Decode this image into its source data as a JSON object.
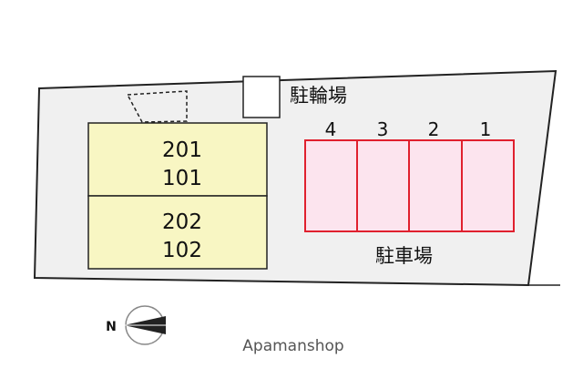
{
  "site": {
    "lot_color": "#f0f0f0",
    "outline_color": "#222222"
  },
  "building": {
    "fill_color": "#f8f6c3",
    "units": [
      {
        "upper": "201",
        "lower": "101"
      },
      {
        "upper": "202",
        "lower": "102"
      }
    ]
  },
  "bicycle_parking": {
    "label": "駐輪場"
  },
  "car_parking": {
    "label": "駐車場",
    "space_fill": "#fce4ee",
    "space_stroke": "#e0202e",
    "spaces": [
      "4",
      "3",
      "2",
      "1"
    ]
  },
  "compass": {
    "letter": "N",
    "icon": "north-arrow-icon"
  },
  "watermark": {
    "text": "Apamanshop"
  }
}
